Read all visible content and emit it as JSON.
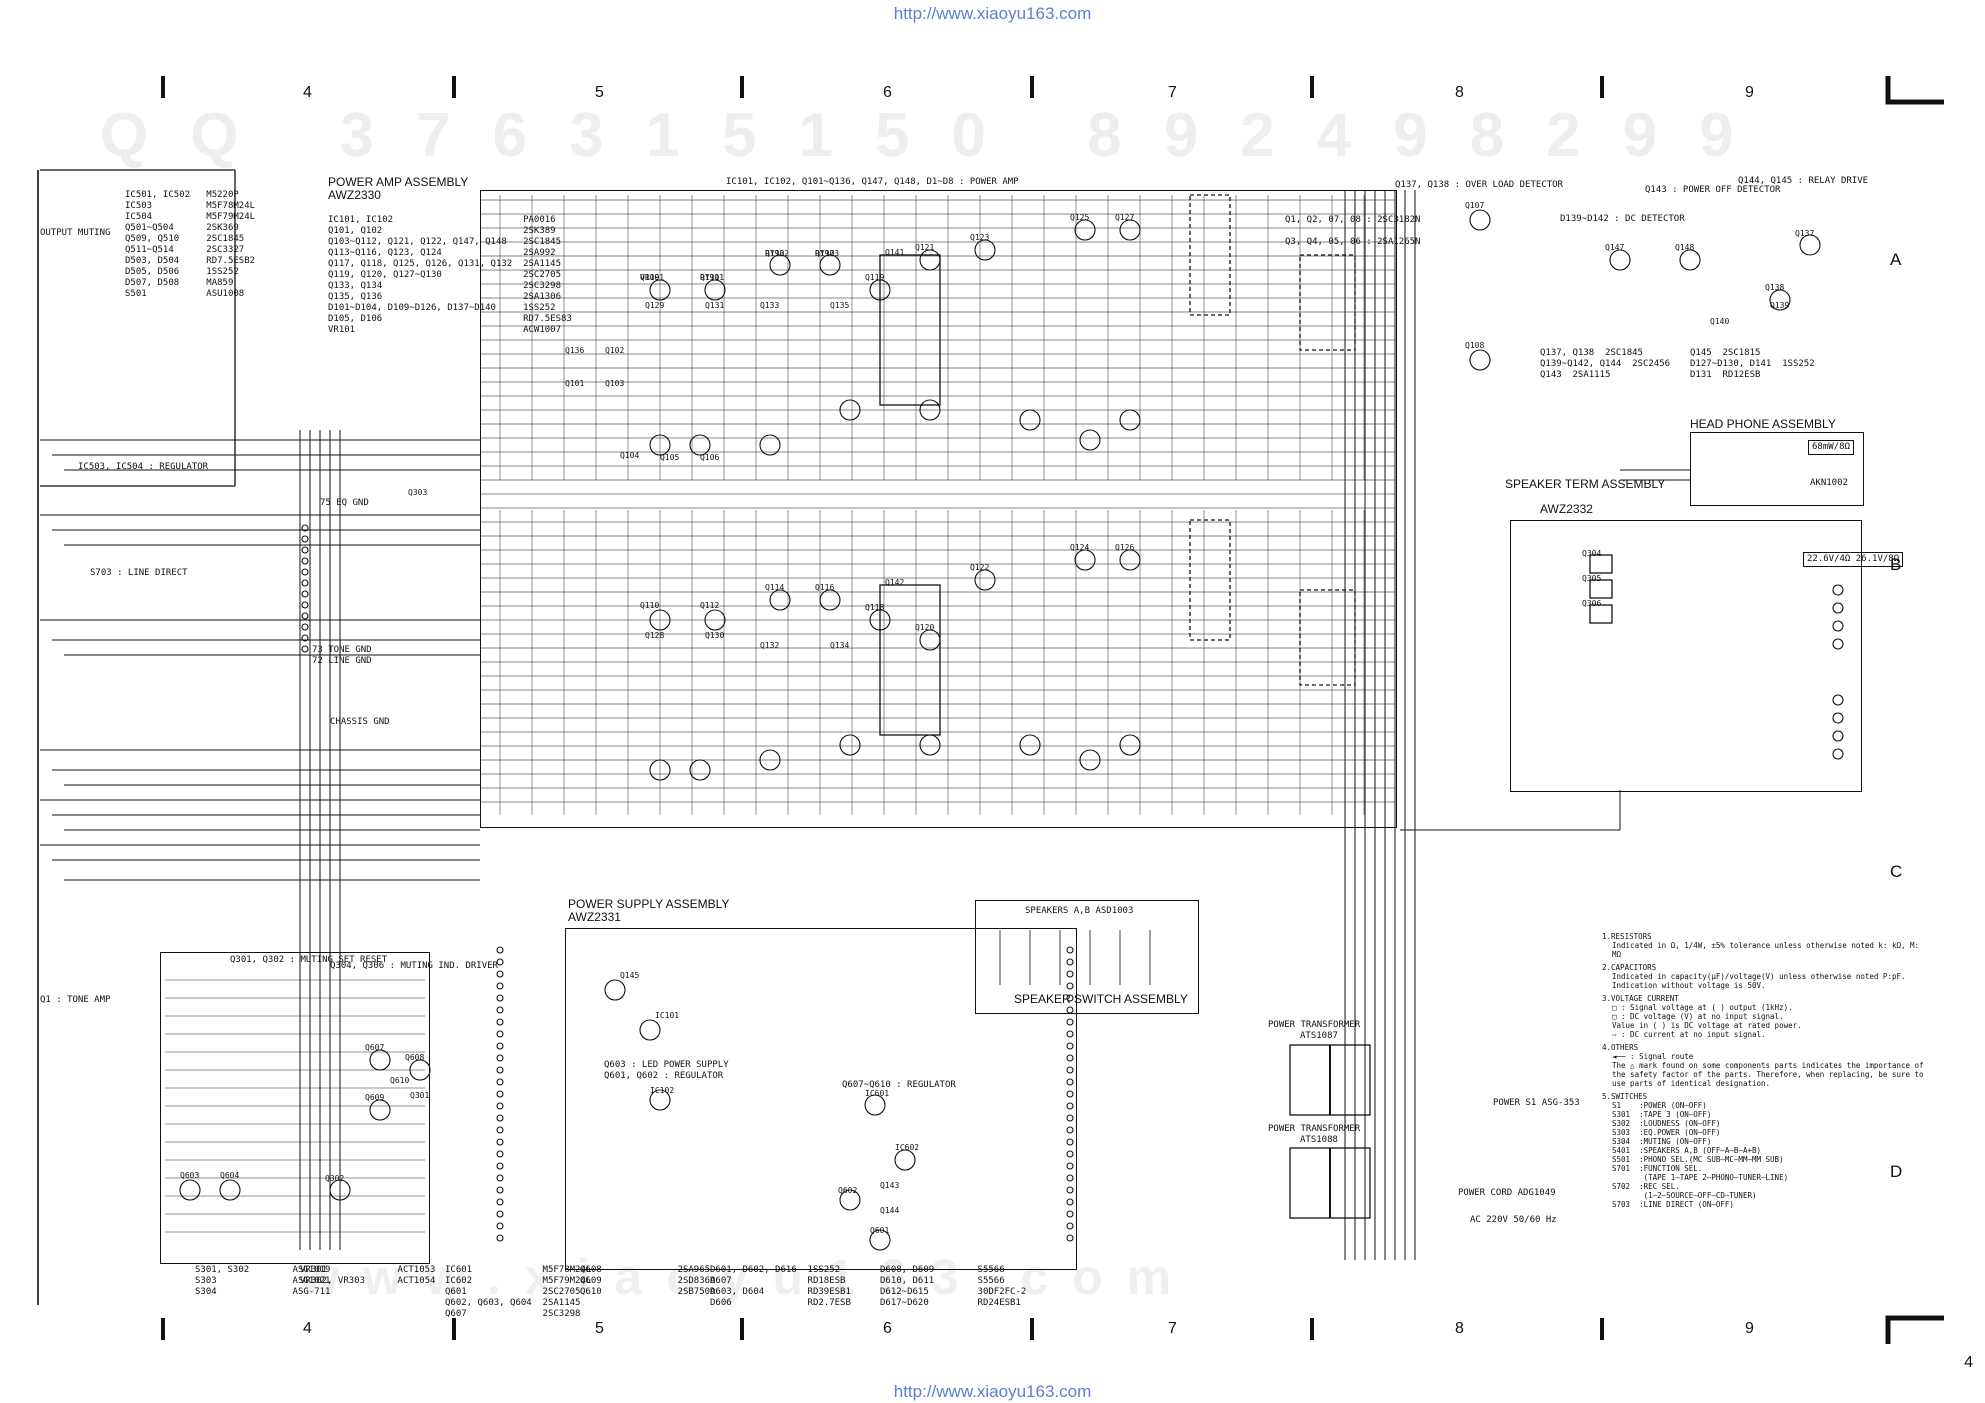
{
  "header": {
    "url_top": "http://www.xiaoyu163.com",
    "url_bottom": "http://www.xiaoyu163.com"
  },
  "watermark": {
    "top": "QQ 376315150  892498299",
    "bottom": "www.xiaoyu163.com"
  },
  "grid": {
    "columns": [
      "4",
      "5",
      "6",
      "7",
      "8",
      "9"
    ],
    "rows": [
      "A",
      "B",
      "C",
      "D"
    ]
  },
  "page_number": "4",
  "assemblies": {
    "power_amp": {
      "title": "POWER AMP ASSEMBLY",
      "part": "AWZ2330"
    },
    "power_supply": {
      "title": "POWER SUPPLY ASSEMBLY",
      "part": "AWZ2331"
    },
    "head_phone": {
      "title": "HEAD PHONE ASSEMBLY"
    },
    "speaker_term": {
      "title": "SPEAKER TERM ASSEMBLY",
      "part": "AWZ2332"
    },
    "speaker_switch": {
      "title": "SPEAKER SWITCH ASSEMBLY"
    },
    "power_transformer_1": {
      "title": "POWER TRANSFORMER",
      "part": "ATS1087"
    },
    "power_transformer_2": {
      "title": "POWER TRANSFORMER",
      "part": "ATS1088"
    }
  },
  "power_amp_parts": [
    [
      "IC101, IC102",
      "PA0016"
    ],
    [
      "Q101, Q102",
      "2SK389"
    ],
    [
      "Q103~Q112, Q121, Q122, Q147, Q148",
      "2SC1845"
    ],
    [
      "Q113~Q116, Q123, Q124",
      "2SA992"
    ],
    [
      "Q117, Q118, Q125, Q126, Q131, Q132",
      "2SA1145"
    ],
    [
      "Q119, Q120, Q127~Q130",
      "2SC2705"
    ],
    [
      "Q133, Q134",
      "2SC3298"
    ],
    [
      "Q135, Q136",
      "2SA1306"
    ],
    [
      "D101~D104, D109~D126, D137~D140",
      "1SS252"
    ],
    [
      "D105, D106",
      "RD7.5ES83"
    ],
    [
      "VR101",
      "ACW1007"
    ]
  ],
  "left_parts": [
    [
      "IC501, IC502",
      "M5220P"
    ],
    [
      "IC503",
      "M5F78M24L"
    ],
    [
      "IC504",
      "M5F79M24L"
    ],
    [
      "Q501~Q504",
      "2SK369"
    ],
    [
      "Q509, Q510",
      "2SC1845"
    ],
    [
      "Q511~Q514",
      "2SC3327"
    ],
    [
      "D503, D504",
      "RD7.5ESB2"
    ],
    [
      "D505, D506",
      "1SS252"
    ],
    [
      "D507, D508",
      "MA859"
    ],
    [
      "S501",
      "ASU1008"
    ]
  ],
  "labels": {
    "power_amp_header": "IC101, IC102, Q101~Q136, Q147, Q148, D1~D8 : POWER AMP",
    "overload": "Q137, Q138 : OVER LOAD DETECTOR",
    "dc_detector": "D139~D142 : DC DETECTOR",
    "power_off": "Q143 : POWER OFF DETECTOR",
    "relay_drive": "Q144, Q145 : RELAY DRIVE",
    "muting_set": "Q301, Q302 : MUTING SET RESET",
    "muting_drive": "Q304, Q306 : MUTING IND. DRIVER",
    "tone_amp": "Q1 : TONE AMP",
    "regulator": "IC503, IC504 : REGULATOR",
    "output_muting": "OUTPUT MUTING",
    "line_direct": "S703 : LINE DIRECT",
    "tone_gnd": "73 TONE GND",
    "line_gnd": "72 LINE GND",
    "chassis_gnd": "CHASSIS GND",
    "eq_gnd": "75 EQ GND",
    "led_power_supply": "Q603 : LED POWER SUPPLY",
    "regulator2": "Q601, Q602 : REGULATOR",
    "regulator3": "Q607~Q610 : REGULATOR",
    "q1_parts": "Q1, Q2, 07, 08 : 2SC3182N",
    "q3_parts": "Q3, Q4, 05, 06 : 2SA1265N",
    "q137": "Q137, Q138  2SC1845",
    "q139": "Q139~Q142, Q144  2SC2456",
    "q143": "Q143  2SA1115",
    "q145": "Q145  2SC1815",
    "d127": "D127~D130, D141  1SS252",
    "d131": "D131  RD12ESB",
    "power_switch": "POWER S1 ASG-353",
    "power_cord": "POWER CORD ADG1049",
    "ac": "AC 220V 50/60 Hz",
    "speakers_ab": "SPEAKERS A,B ASD1003",
    "headphone_val": "68mW/8Ω",
    "headphone_jack": "AKN1002",
    "speaker_val": "22.6V/4Ω 26.1V/8Ω"
  },
  "bottom_parts": [
    [
      "S301, S302",
      "ASG1019"
    ],
    [
      "S303",
      "ASG1021"
    ],
    [
      "S304",
      "ASG-711"
    ],
    [
      "VR301",
      "ACT1053"
    ],
    [
      "VR302, VR303",
      "ACT1054"
    ],
    [
      "IC601",
      "M5F78M24L"
    ],
    [
      "IC602",
      "M5F79M24L"
    ],
    [
      "Q601",
      "2SC2705"
    ],
    [
      "Q602, Q603, Q604",
      "2SA1145"
    ],
    [
      "Q607",
      "2SC3298"
    ],
    [
      "Q608",
      "2SA965"
    ],
    [
      "Q609",
      "2SD836A"
    ],
    [
      "Q610",
      "2SB750A"
    ],
    [
      "D601, D602, D616",
      "1SS252"
    ],
    [
      "D607",
      "RD18ESB"
    ],
    [
      "D603, D604",
      "RD39ESB1"
    ],
    [
      "D606",
      "RD2.7ESB"
    ],
    [
      "D608, D609",
      "S5566"
    ],
    [
      "D610, D611",
      "S5566"
    ],
    [
      "D612~D615",
      "30DF2FC-2"
    ],
    [
      "D617~D620",
      "RD24ESB1"
    ]
  ],
  "notes": {
    "resistors_h": "1.RESISTORS",
    "resistors": "Indicated in Ω, 1/4W, ±5% tolerance unless otherwise noted k: kΩ, M: MΩ",
    "capacitors_h": "2.CAPACITORS",
    "capacitors": "Indicated in capacity(μF)/voltage(V) unless otherwise noted P:pF. Indication without voltage is 50V.",
    "voltage_h": "3.VOLTAGE CURRENT",
    "voltage1": "□ : Signal voltage at (    ) output (1kHz).",
    "voltage2": "□ : DC voltage (V) at no input signal.",
    "voltage3": "Value in (   ) is DC voltage at rated power.",
    "voltage4": "⇨ : DC current at no input signal.",
    "others_h": "4.OTHERS",
    "others1": "◄── : Signal route",
    "others2": "The △ mark found on some components parts indicates the importance of the safety factor of the parts. Therefore, when replacing, be sure to use parts of identical designation.",
    "switches_h": "5.SWITCHES",
    "switches": [
      "S1    :POWER (ON—OFF)",
      "S301  :TAPE 3 (ON—OFF)",
      "S302  :LOUDNESS (ON—OFF)",
      "S303  :EQ.POWER (ON—OFF)",
      "S304  :MUTING (ON—OFF)",
      "S401  :SPEAKERS A,B (OFF—A—B—A+B)",
      "S501  :PHONO SEL.(MC SUB—MC—MM—MM SUB)",
      "S701  :FUNCTION SEL.",
      "       (TAPE 1—TAPE 2—PHONO—TUNER—LINE)",
      "S702  :REC SEL.",
      "       (1—2—SOURCE—OFF—CD—TUNER)",
      "S703  :LINE DIRECT (ON—OFF)"
    ]
  },
  "component_labels": [
    "Q109",
    "Q111",
    "Q113",
    "Q117",
    "Q119",
    "Q121",
    "Q123",
    "Q125",
    "Q127",
    "Q129",
    "Q131",
    "Q133",
    "Q135",
    "Q110",
    "Q112",
    "Q114",
    "Q116",
    "Q118",
    "Q120",
    "Q122",
    "Q124",
    "Q126",
    "Q128",
    "Q130",
    "Q132",
    "Q134",
    "Q136",
    "Q101",
    "Q102",
    "Q103",
    "Q104",
    "Q105",
    "Q106",
    "Q107",
    "Q108",
    "Q147",
    "Q148",
    "Q137",
    "Q138",
    "Q139",
    "Q140",
    "Q141",
    "Q142",
    "Q143",
    "Q144",
    "Q145",
    "IC101",
    "IC102",
    "IC601",
    "IC602",
    "Q601",
    "Q602",
    "Q603",
    "Q604",
    "Q607",
    "Q608",
    "Q609",
    "Q610",
    "Q301",
    "Q302",
    "Q303",
    "Q304",
    "Q305",
    "Q306",
    "VR101",
    "RY901",
    "RY902",
    "RY903"
  ]
}
